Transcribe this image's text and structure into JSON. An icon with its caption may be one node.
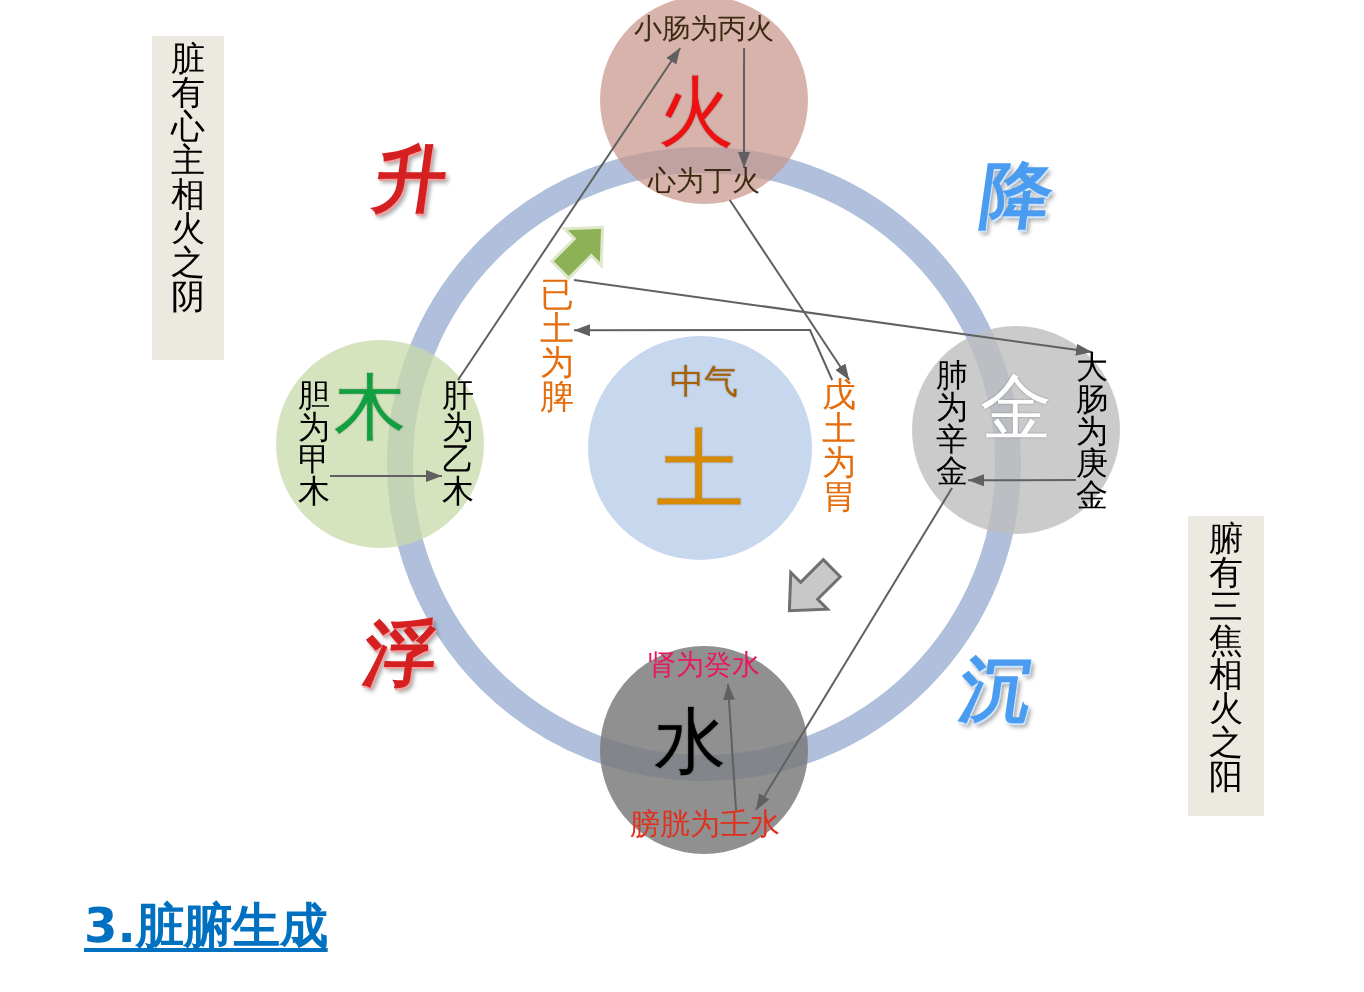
{
  "diagram": {
    "title": "3.脏腑生成",
    "nodes": [
      {
        "text": [
          "火"
        ]
      },
      {
        "text": [
          "小肠为丙火"
        ],
        "in": 0
      },
      {
        "text": [
          "心为丁火"
        ],
        "in": 0
      },
      {
        "text": [
          "木"
        ]
      },
      {
        "text": [
          "胆为甲木"
        ],
        "in": 3
      },
      {
        "text": [
          "肝为乙木"
        ],
        "in": 3
      },
      {
        "text": [
          "中气",
          "土"
        ]
      },
      {
        "text": [
          "已土为脾"
        ]
      },
      {
        "text": [
          "戊土为胃"
        ]
      },
      {
        "text": [
          "金"
        ]
      },
      {
        "text": [
          "肺为辛金"
        ],
        "in": 9
      },
      {
        "text": [
          "大肠为庚金"
        ],
        "in": 9
      },
      {
        "text": [
          "水"
        ]
      },
      {
        "text": [
          "肾为癸水"
        ],
        "in": 12
      },
      {
        "text": [
          "膀胱为壬水"
        ],
        "in": 12
      },
      {
        "text": [
          "脏有心主相火之阴"
        ]
      },
      {
        "text": [
          "腑有三焦相火之阳"
        ]
      }
    ],
    "edges": [
      {
        "from": 1,
        "to": 2,
        "arrow": "to"
      },
      {
        "from": 5,
        "to": 1,
        "arrow": "to"
      },
      {
        "from": 2,
        "to": 8,
        "arrow": "to"
      },
      {
        "from": 8,
        "to": 7,
        "arrow": "to"
      },
      {
        "from": 7,
        "to": 11,
        "arrow": "to"
      },
      {
        "from": 11,
        "to": 10,
        "arrow": "to"
      },
      {
        "from": 10,
        "to": 14,
        "arrow": "to"
      },
      {
        "from": 14,
        "to": 13,
        "arrow": "to"
      },
      {
        "from": 4,
        "to": 5,
        "arrow": "to"
      }
    ],
    "labels": [
      "升",
      "降",
      "浮",
      "沉"
    ]
  }
}
